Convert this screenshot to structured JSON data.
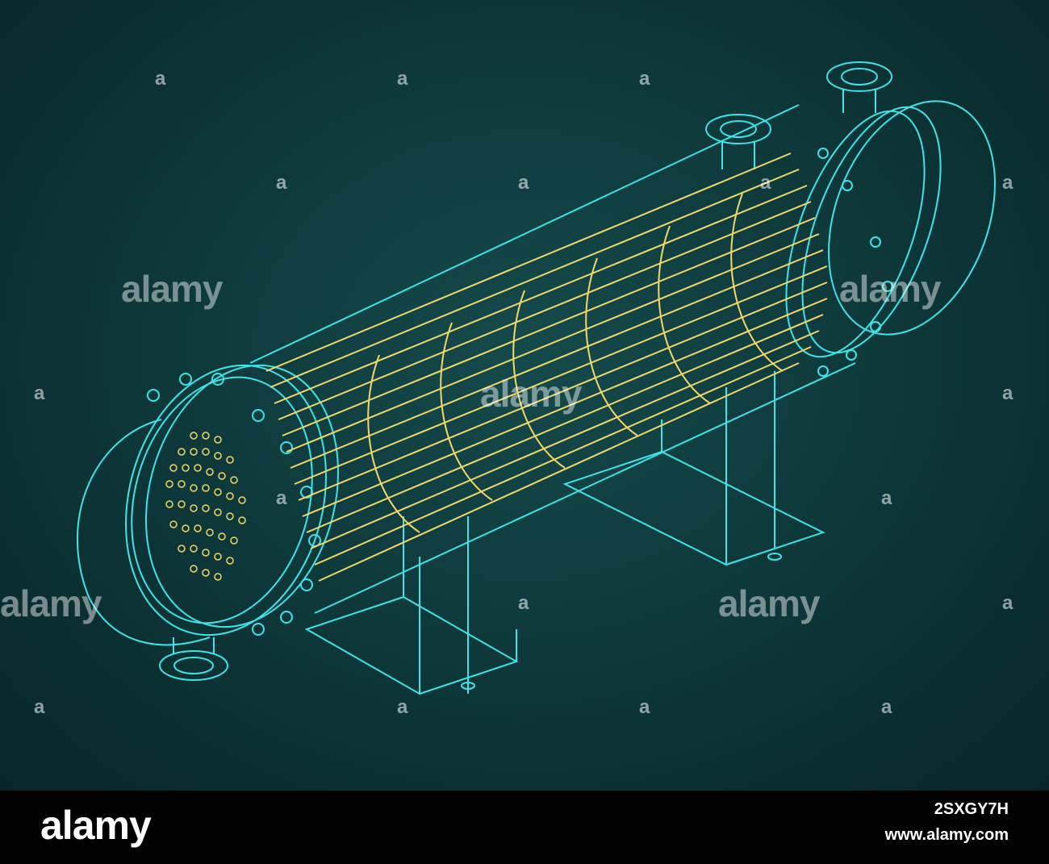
{
  "watermark": {
    "logo_text": "alamy",
    "mark": "a"
  },
  "footer": {
    "logo_text": "alamy",
    "image_id": "2SXGY7H",
    "url": "www.alamy.com"
  },
  "colors": {
    "background": "#0d3638",
    "outline": "#3fe3e8",
    "tubes": "#f2d868",
    "footer": "#000000"
  }
}
